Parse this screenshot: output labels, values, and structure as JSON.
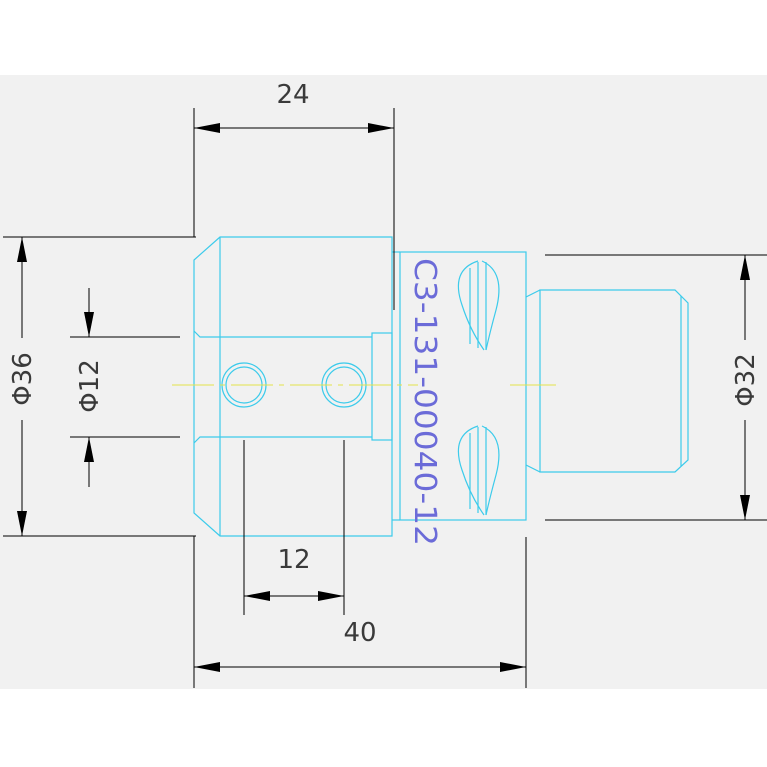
{
  "drawing": {
    "part_number": "C3-131-00040-12",
    "dimensions": {
      "width_24": "24",
      "dia_36": "Φ36",
      "dia_12": "Φ12",
      "dia_32": "Φ32",
      "hole_spacing_12": "12",
      "length_40": "40"
    }
  },
  "colors": {
    "background": "#ffffff",
    "drawing_area": "#f1f1f1",
    "dimension_lines": "#000000",
    "part_outline": "#3ccbeb",
    "centerline": "#e3e34a",
    "part_number_text": "#6b6bd8"
  }
}
